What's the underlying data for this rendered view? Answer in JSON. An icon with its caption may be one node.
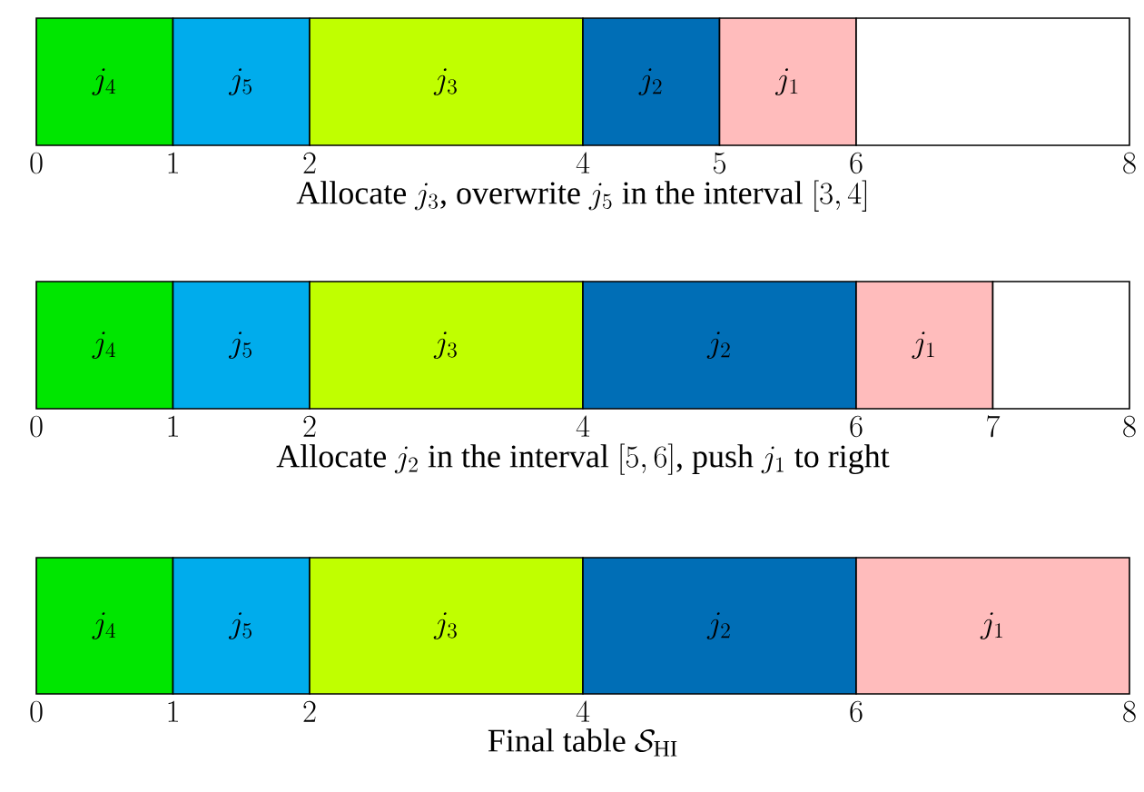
{
  "diagram": {
    "nodes": [
      {
        "text": [
          "j_4"
        ]
      },
      {
        "text": [
          "j_5"
        ]
      },
      {
        "text": [
          "j_3"
        ]
      },
      {
        "text": [
          "j_2"
        ]
      },
      {
        "text": [
          "j_1"
        ]
      },
      {
        "text": [],
        "shape": "box"
      },
      {
        "text": [
          "j_4"
        ]
      },
      {
        "text": [
          "j_5"
        ]
      },
      {
        "text": [
          "j_3"
        ]
      },
      {
        "text": [
          "j_2"
        ]
      },
      {
        "text": [
          "j_1"
        ]
      },
      {
        "text": [],
        "shape": "box"
      },
      {
        "text": [
          "j_4"
        ]
      },
      {
        "text": [
          "j_5"
        ]
      },
      {
        "text": [
          "j_3"
        ]
      },
      {
        "text": [
          "j_2"
        ]
      },
      {
        "text": [
          "j_1"
        ]
      }
    ],
    "labels": [
      "0",
      "1",
      "2",
      "4",
      "5",
      "6",
      "8",
      "\\text{Allocate } j_3\\text{, overwrite } j_5\\text{ in the interval } [3,4]",
      "0",
      "1",
      "2",
      "4",
      "6",
      "7",
      "8",
      "\\text{Allocate } j_2\\text{ in the interval } [5,6]\\text{, push } j_1\\text{ to right}",
      "0",
      "1",
      "2",
      "4",
      "6",
      "8",
      "\\text{Final table } \\mathcal{S}_{\\mathrm{HI}}"
    ]
  }
}
